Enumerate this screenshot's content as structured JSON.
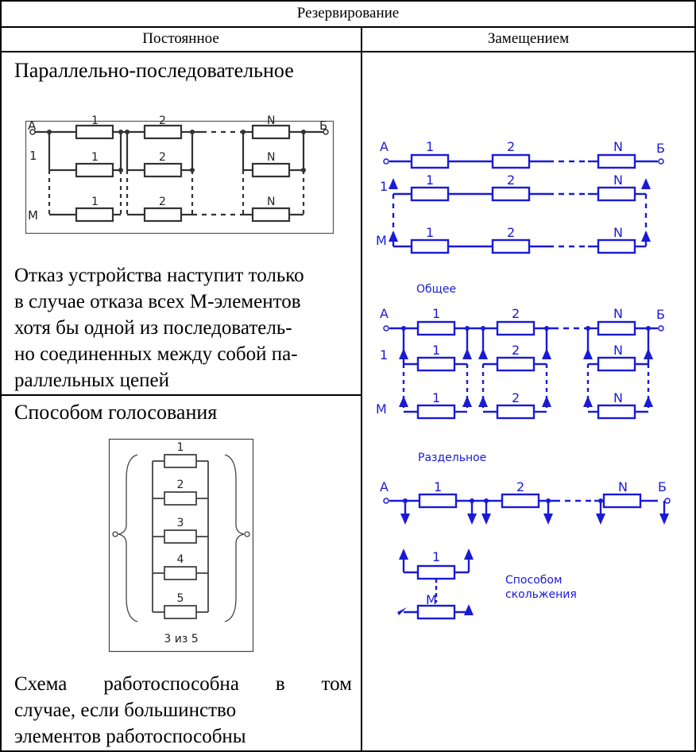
{
  "table": {
    "title": "Резервирование",
    "col_left": "Постоянное",
    "col_right": "Замещением"
  },
  "left": {
    "section1_title": "Параллельно-последовательное",
    "section1_desc_lines": [
      "Отказ устройства наступит только",
      "в случае отказа всех М-элементов",
      "хотя бы одной из последователь-",
      "но соединенных между собой па-",
      "раллельных цепей"
    ],
    "section2_title": "Способом голосования",
    "section2_desc_lines": [
      "Схема работоспособна в том",
      "случае, если большинство",
      "элементов работоспособны"
    ]
  },
  "diagram_labels": {
    "node_a": "А",
    "node_b": "Б",
    "row_first": "1",
    "row_last": "М",
    "elem_1": "1",
    "elem_2": "2",
    "elem_n": "N",
    "vote_elems": [
      "1",
      "2",
      "3",
      "4",
      "5"
    ],
    "vote_caption": "3 из 5",
    "general_label": "Общее",
    "separate_label": "Раздельное",
    "sliding_label_line1": "Способом",
    "sliding_label_line2": "скольжения",
    "slide_elem_1": "1",
    "slide_elem_m": "М"
  },
  "colors": {
    "diagram_blue": "#1a1ad6",
    "diagram_dark": "#333333",
    "border": "#000000"
  }
}
